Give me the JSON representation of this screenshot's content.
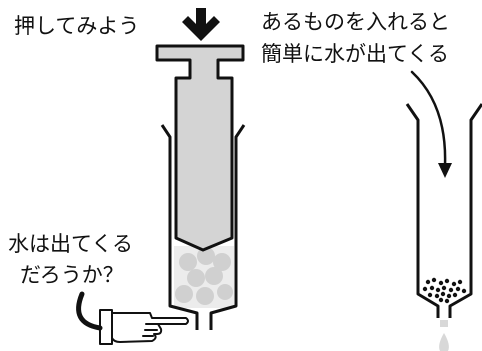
{
  "labels": {
    "push": "押してみよう",
    "question_line1": "水は出てくる",
    "question_line2": "だろうか？",
    "right_line1": "あるものを入れると",
    "right_line2": "簡単に水が出てくる"
  },
  "colors": {
    "ink": "#111111",
    "plunger_fill": "#d4d4d4",
    "water_fill": "#ececec",
    "bubble_fill": "#d0d0d0",
    "particle": "#111111",
    "stream": "#d8d8d8"
  },
  "icons": [
    "down-arrow-icon",
    "pointing-hand-icon",
    "curved-arrow-icon"
  ]
}
